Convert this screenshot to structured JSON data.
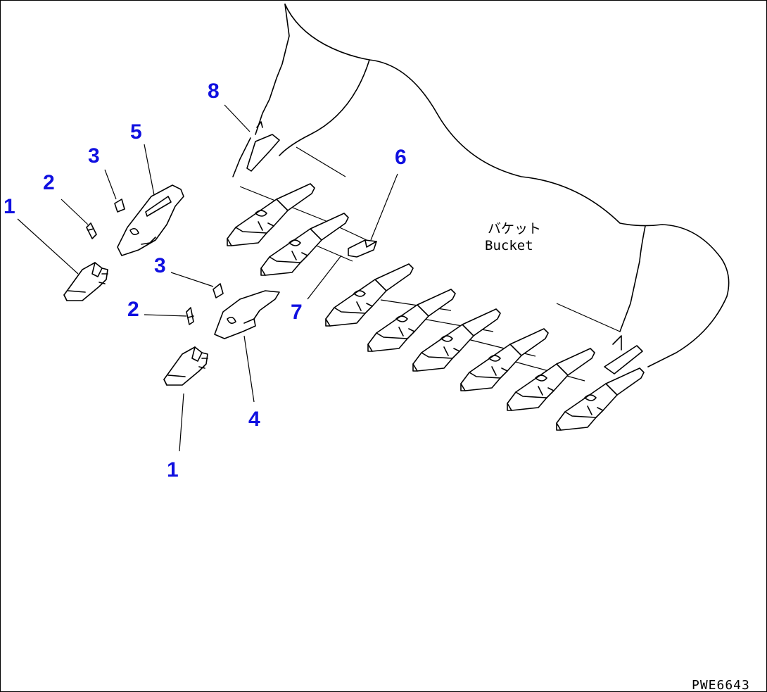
{
  "diagram": {
    "bucket_label_jp": "バケット",
    "bucket_label_en": "Bucket",
    "figure_code": "PWE6643",
    "callouts": {
      "c1a": "1",
      "c2a": "2",
      "c3a": "3",
      "c5": "5",
      "c3b": "3",
      "c2b": "2",
      "c4": "4",
      "c1b": "1",
      "c8": "8",
      "c6": "6",
      "c7": "7"
    },
    "colors": {
      "callout": "#1010e0",
      "line": "#000000",
      "background": "#ffffff"
    }
  }
}
